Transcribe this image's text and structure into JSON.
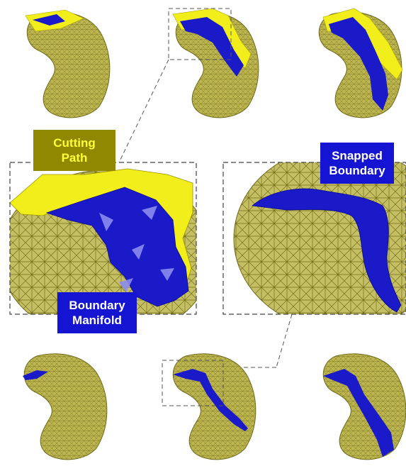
{
  "labels": {
    "cutting_path": "Cutting\nPath",
    "snapped_boundary": "Snapped\nBoundary",
    "boundary_manifold": "Boundary\nManifold"
  },
  "colors": {
    "mesh_fill": "#b8b044",
    "mesh_line": "#7a7420",
    "cutting_surface": "#f2ee1c",
    "boundary_fill": "#1a1ac8",
    "boundary_dark": "#0a0a90",
    "label_olive_bg": "#8f8800",
    "label_olive_text": "#ffff33",
    "label_blue_bg": "#1414d2",
    "label_blue_text": "#ffffff",
    "dash": "#555555"
  }
}
